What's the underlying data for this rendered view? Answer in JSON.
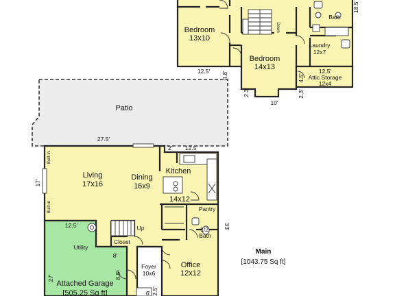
{
  "rooms": {
    "bedroom_left": {
      "name": "Bedroom",
      "size": "13x10"
    },
    "bedroom_right": {
      "name": "Bedroom",
      "size": "14x13"
    },
    "bath_top": {
      "name": "Bath"
    },
    "laundry": {
      "name": "Laundry",
      "size": "12x7"
    },
    "attic": {
      "name": "Attic Storage",
      "size": "12x4"
    },
    "patio": {
      "name": "Patio"
    },
    "living": {
      "name": "Living",
      "size": "17x16"
    },
    "dining": {
      "name": "Dining",
      "size": "16x9"
    },
    "kitchen": {
      "name": "Kitchen",
      "size": "14x12"
    },
    "pantry": {
      "name": "Pantry"
    },
    "half_bath": {
      "name": "1/2",
      "name2": "Bath"
    },
    "closet": {
      "name": "Closet"
    },
    "utility": {
      "name": "Utility"
    },
    "foyer": {
      "name": "Foyer",
      "size": "10x6"
    },
    "office": {
      "name": "Office",
      "size": "12x12"
    },
    "garage": {
      "name": "Attached Garage",
      "size": "[505.25 Sq ft]"
    }
  },
  "labels": {
    "up": "Up",
    "down": "Down",
    "builtin": "Built-in"
  },
  "dimensions": {
    "d_12_5_top": "12.5'",
    "d_4_8": "4.8'",
    "d_2_3_a": "2.3'",
    "d_10": "10'",
    "d_12_5_attic": "12.5'",
    "d_4_5": "4.5'",
    "d_2_3_b": "2.3'",
    "d_18_5": "18.5'",
    "d_27_5": "27.5'",
    "d_2": "2'",
    "d_12_5_kitchen": "12.5'",
    "d_17": "17'",
    "d_33": "33'",
    "d_12_5_utility": "12.5'",
    "d_8": "8'",
    "d_8_8": "8.8'",
    "d_27": "27'",
    "d_6": "6'",
    "d_2_5": "2.5'"
  },
  "summary": {
    "level": "Main",
    "area": "[1043.75 Sq ft]"
  }
}
